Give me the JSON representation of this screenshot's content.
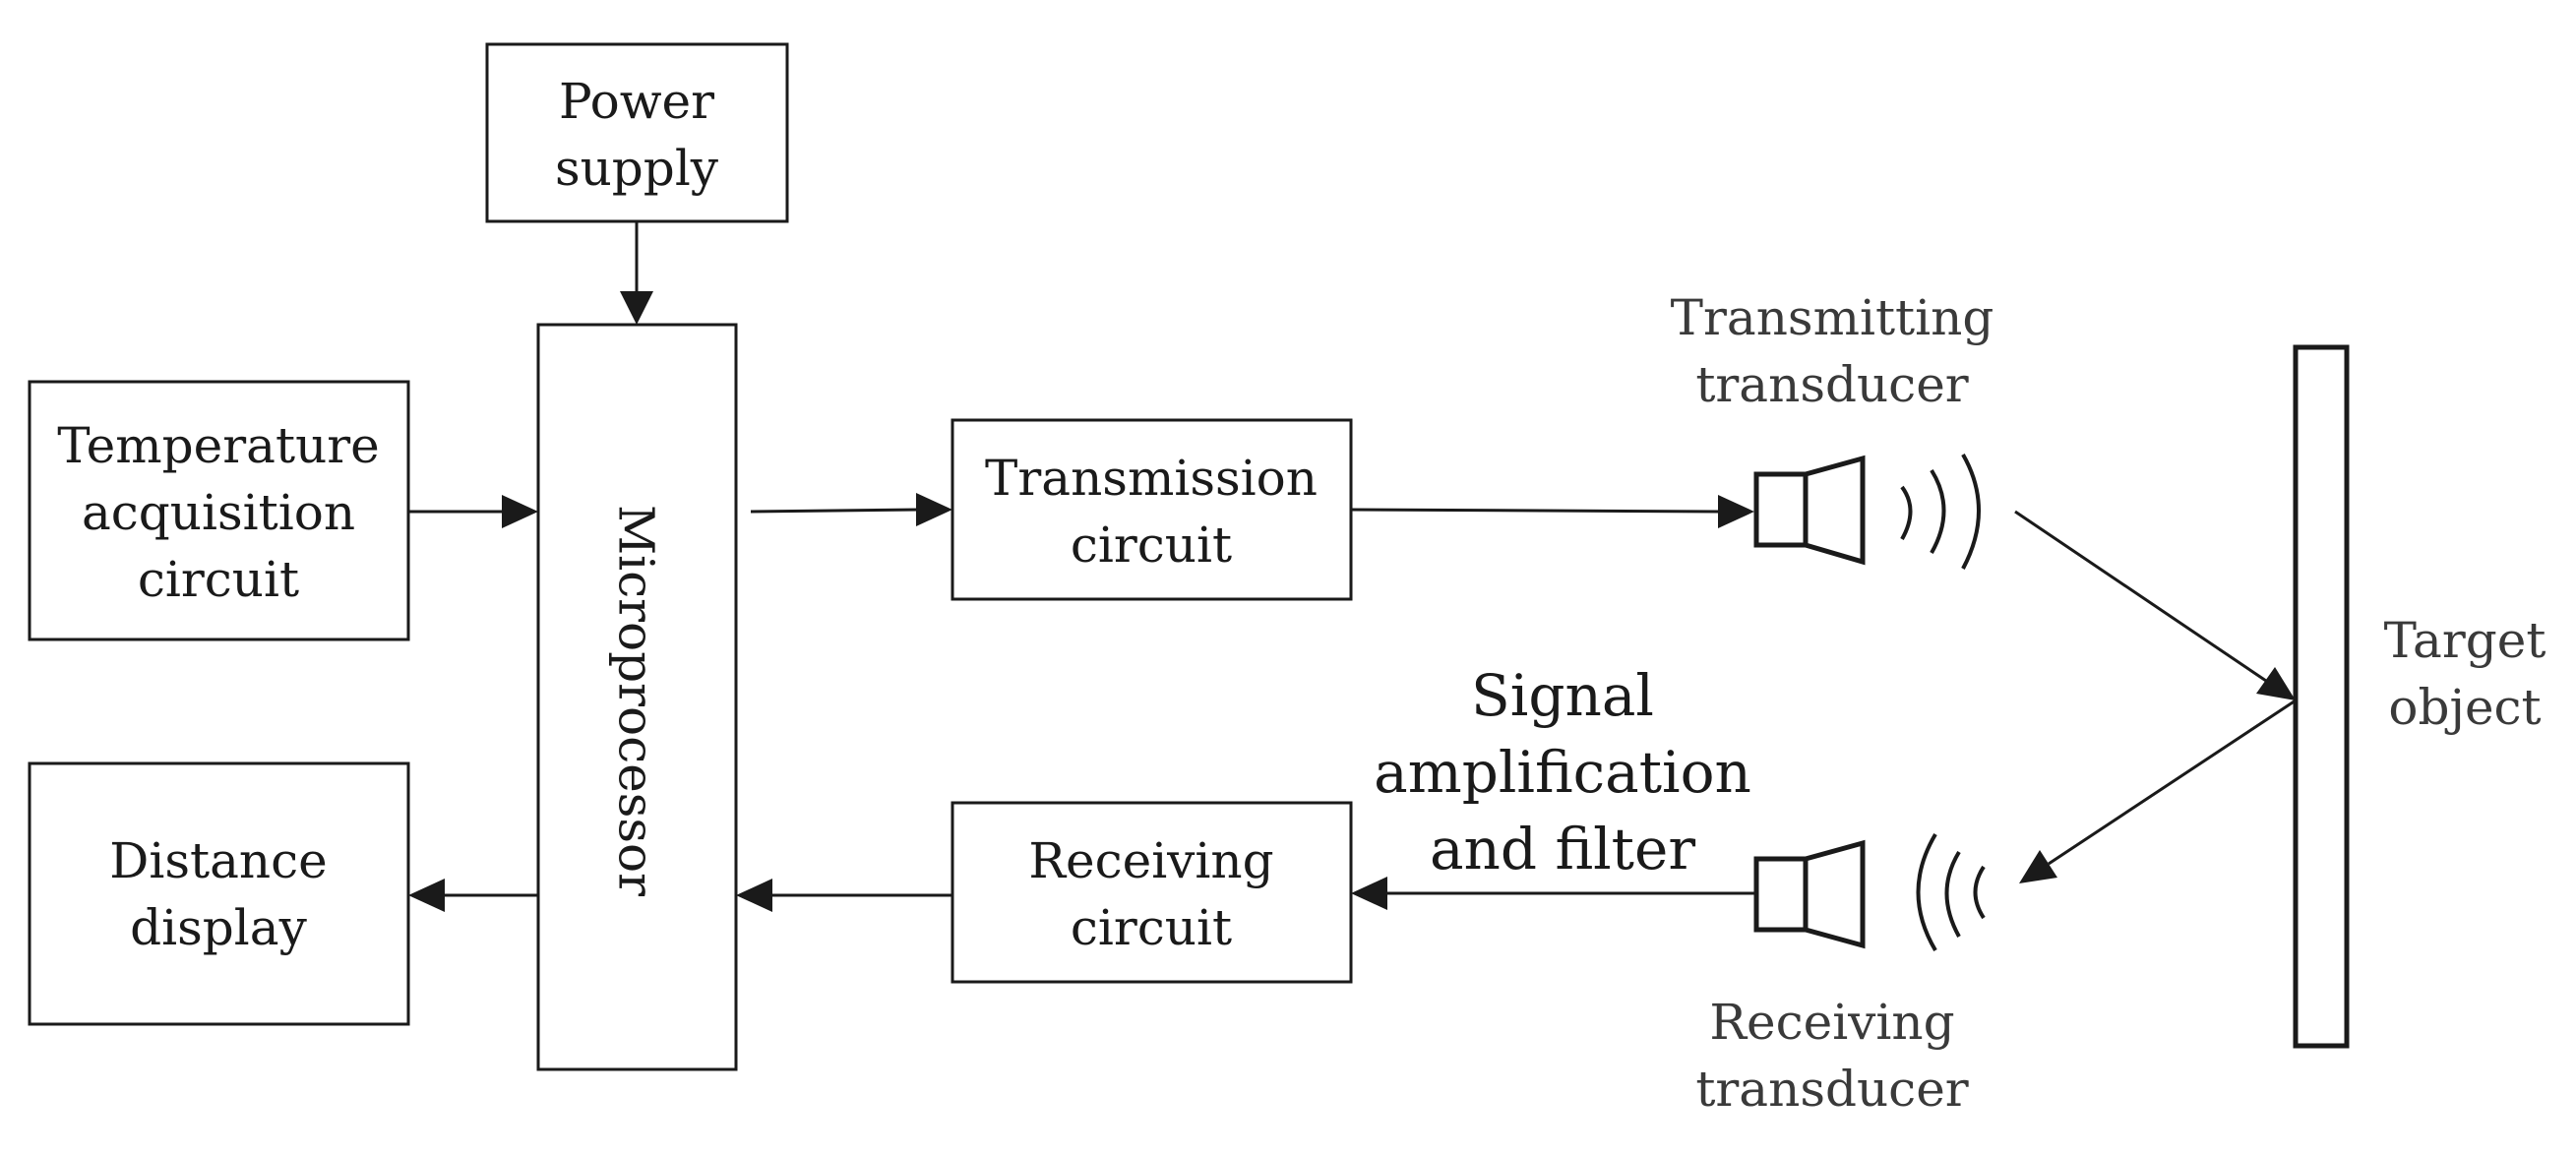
{
  "diagram": {
    "power_supply": [
      "Power",
      "supply"
    ],
    "temperature": [
      "Temperature",
      "acquisition",
      "circuit"
    ],
    "distance_display": [
      "Distance",
      "display"
    ],
    "microprocessor": "Microprocessor",
    "transmission": [
      "Transmission",
      "circuit"
    ],
    "receiving": [
      "Receiving",
      "circuit"
    ],
    "signal_amp": [
      "Signal",
      "amplification",
      "and filter"
    ],
    "transmitting_transducer": [
      "Transmitting",
      "transducer"
    ],
    "receiving_transducer": [
      "Receiving",
      "transducer"
    ],
    "target_object": [
      "Target",
      "object"
    ]
  }
}
